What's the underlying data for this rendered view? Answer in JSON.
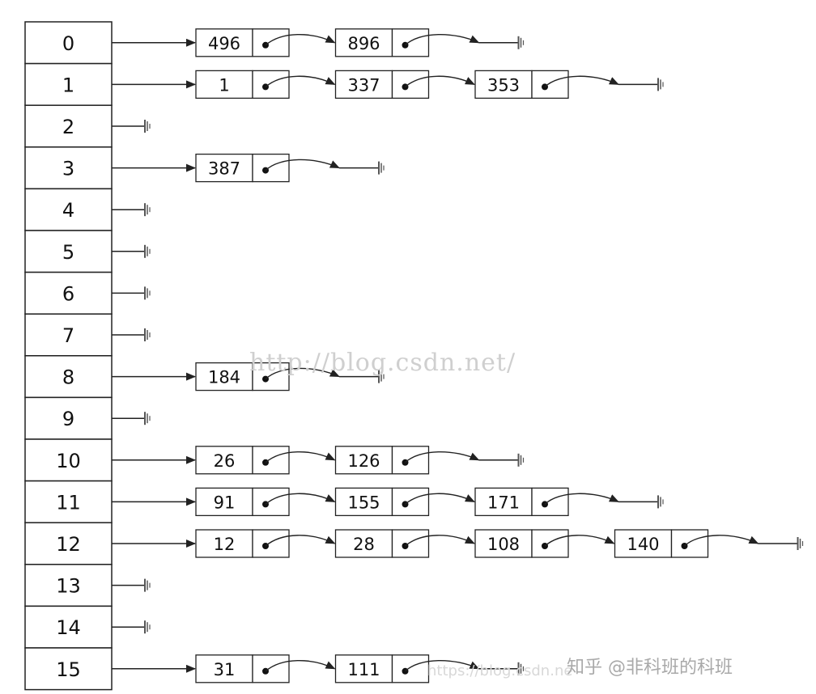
{
  "buckets": [
    {
      "index": "0",
      "chain": [
        "496",
        "896"
      ]
    },
    {
      "index": "1",
      "chain": [
        "1",
        "337",
        "353"
      ]
    },
    {
      "index": "2",
      "chain": []
    },
    {
      "index": "3",
      "chain": [
        "387"
      ]
    },
    {
      "index": "4",
      "chain": []
    },
    {
      "index": "5",
      "chain": []
    },
    {
      "index": "6",
      "chain": []
    },
    {
      "index": "7",
      "chain": []
    },
    {
      "index": "8",
      "chain": [
        "184"
      ]
    },
    {
      "index": "9",
      "chain": []
    },
    {
      "index": "10",
      "chain": [
        "26",
        "126"
      ]
    },
    {
      "index": "11",
      "chain": [
        "91",
        "155",
        "171"
      ]
    },
    {
      "index": "12",
      "chain": [
        "12",
        "28",
        "108",
        "140"
      ]
    },
    {
      "index": "13",
      "chain": []
    },
    {
      "index": "14",
      "chain": []
    },
    {
      "index": "15",
      "chain": [
        "31",
        "111"
      ]
    }
  ],
  "watermark": "http://blog.csdn.net/",
  "footer_watermark": "知乎 @非科班的科班",
  "footer_url_fragment": "https://blog.csdn.ne",
  "colors": {
    "line": "#222222",
    "ground": "#555555",
    "watermark": "#cfcfcf"
  }
}
